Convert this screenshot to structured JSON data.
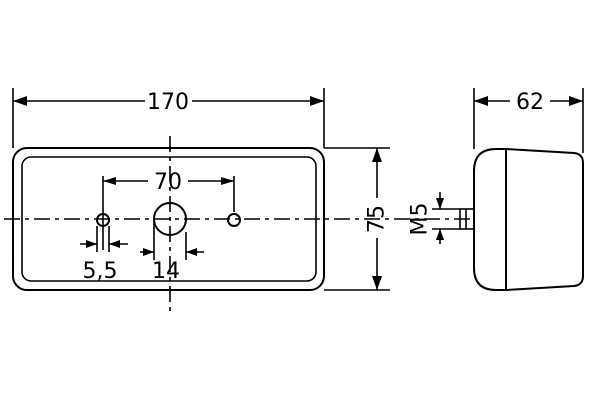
{
  "dimensions": {
    "overall_width": "170",
    "hole_spacing": "70",
    "small_hole": "5,5",
    "large_hole": "14",
    "height": "75",
    "thread": "M5",
    "depth": "62"
  }
}
